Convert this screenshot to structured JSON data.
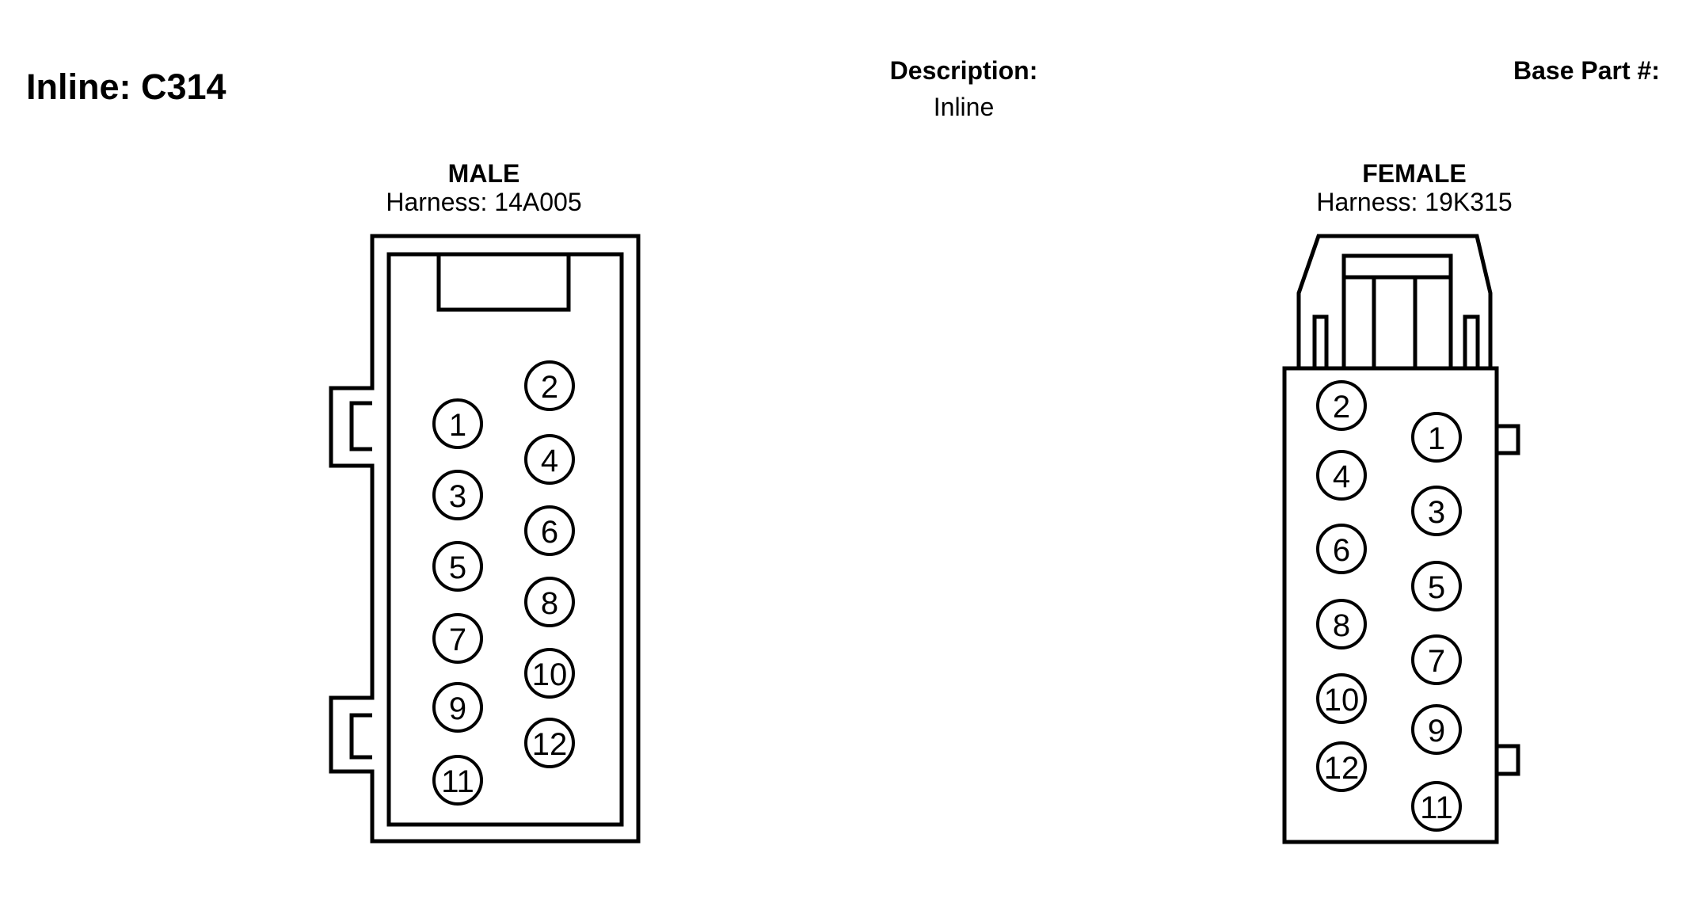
{
  "header": {
    "title": "Inline: C314",
    "description_label": "Description:",
    "description_value": "Inline",
    "base_part_label": "Base Part #:"
  },
  "connectors": {
    "male": {
      "gender": "MALE",
      "harness": "Harness: 14A005",
      "pins": [
        "1",
        "2",
        "3",
        "4",
        "5",
        "6",
        "7",
        "8",
        "9",
        "10",
        "11",
        "12"
      ]
    },
    "female": {
      "gender": "FEMALE",
      "harness": "Harness: 19K315",
      "pins": [
        "1",
        "2",
        "3",
        "4",
        "5",
        "6",
        "7",
        "8",
        "9",
        "10",
        "11",
        "12"
      ]
    }
  },
  "colors": {
    "stroke": "#000000",
    "background": "#ffffff"
  }
}
